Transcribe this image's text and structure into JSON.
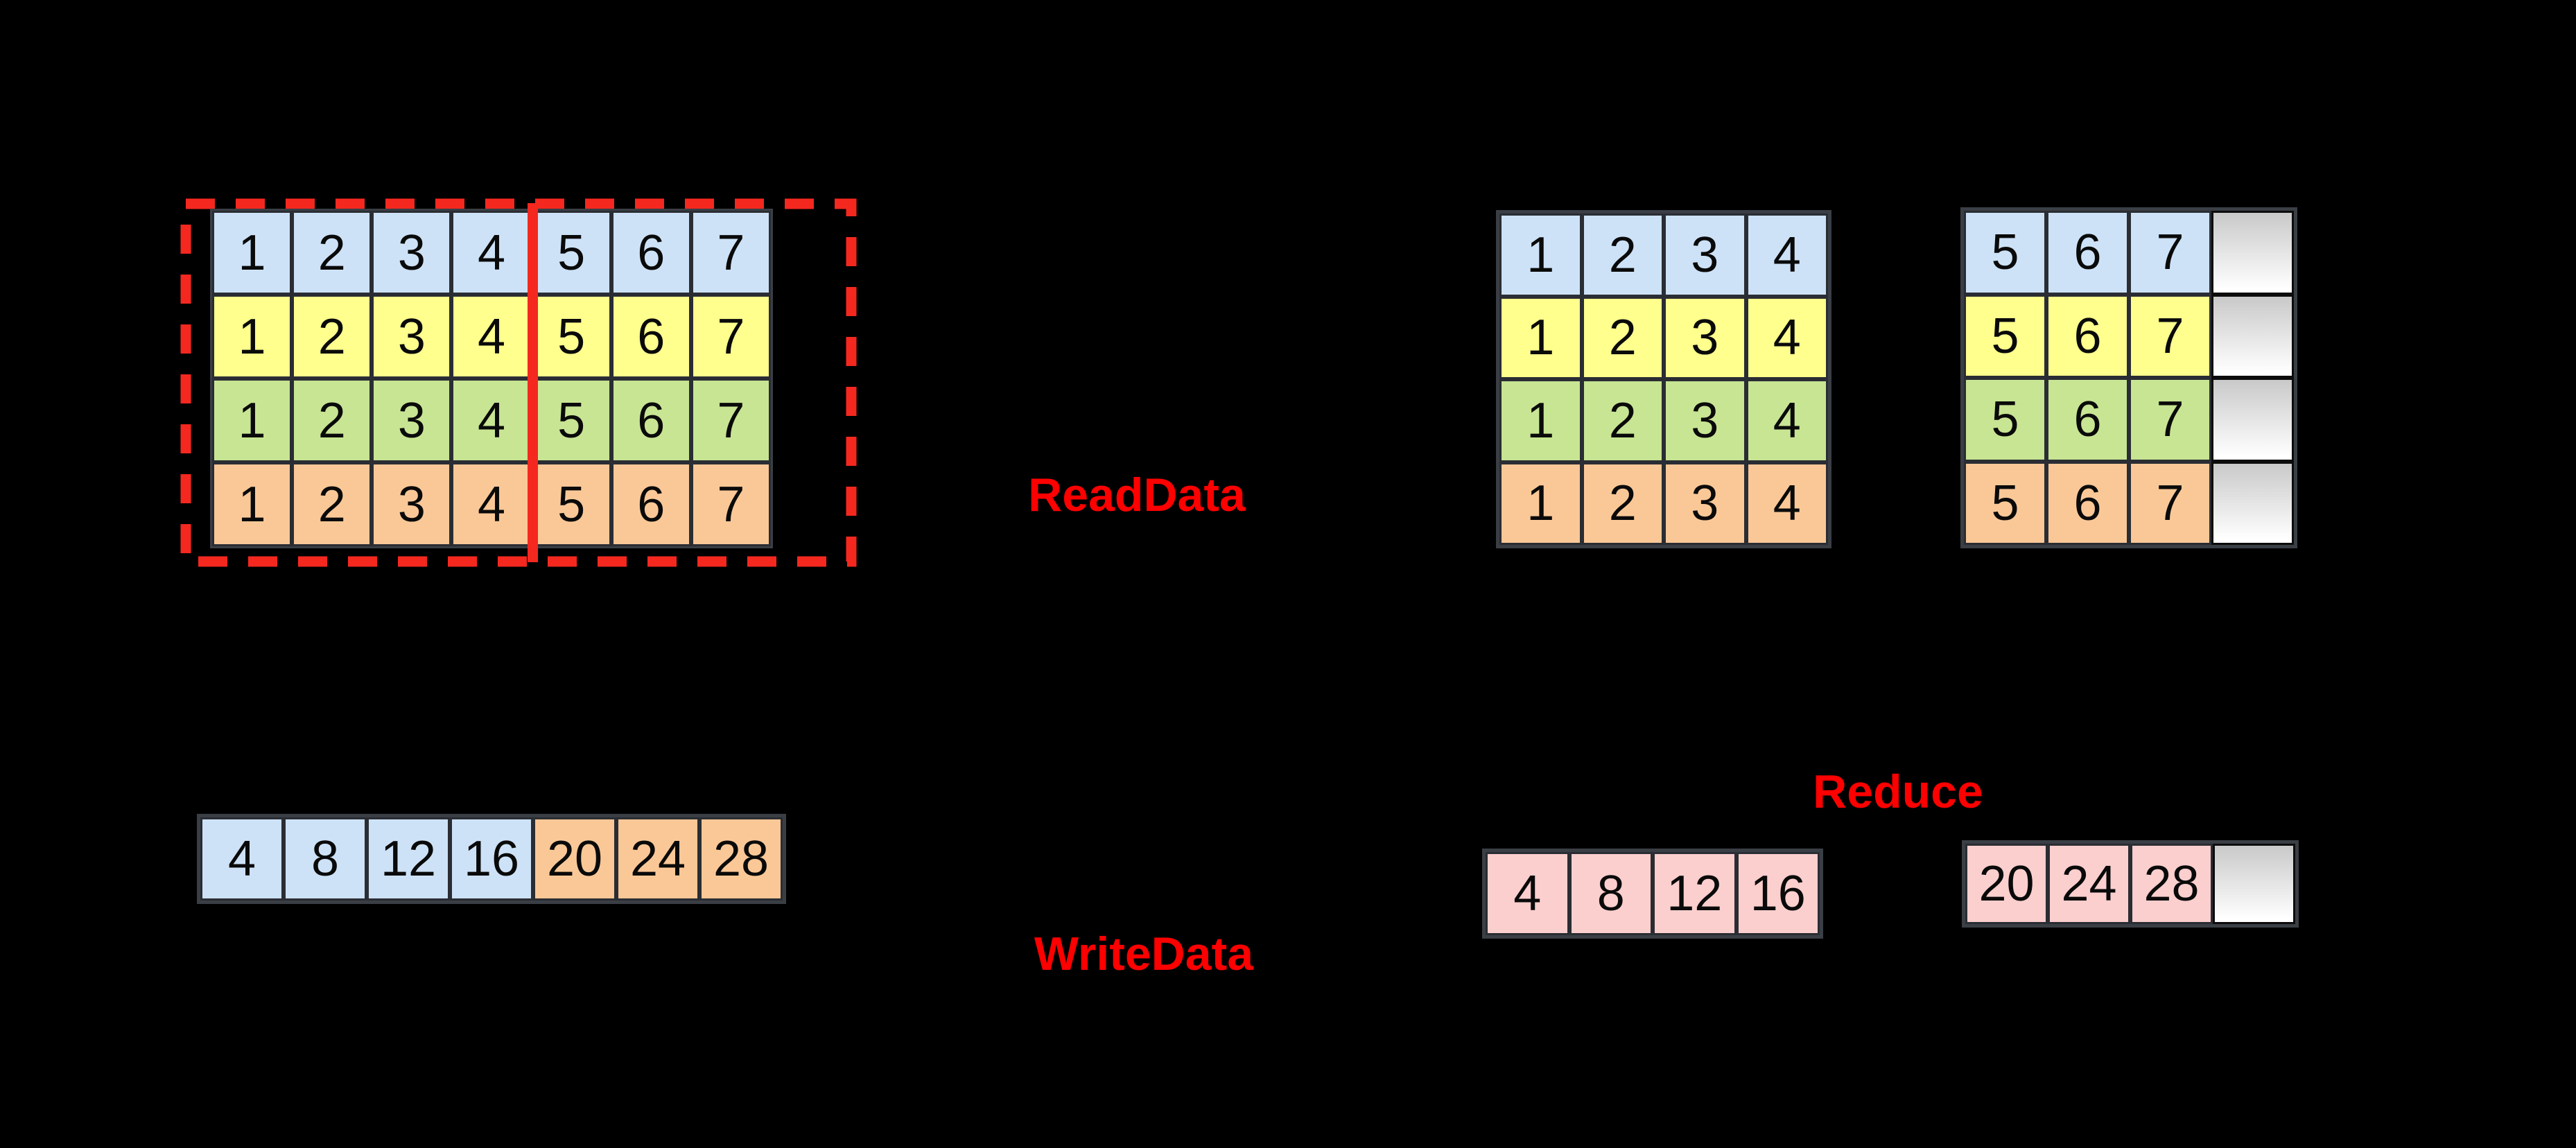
{
  "colors": {
    "background": "#000000",
    "blue": "#cde2f7",
    "yellow": "#feff8d",
    "green": "#c8e593",
    "orange": "#fac897",
    "pink": "#fbcfce",
    "pad_top": "#c9c9c9",
    "pad_bottom": "#ffffff",
    "accent_red": "#f4281f",
    "label_red": "#fe0000",
    "grid_line": "#2a2d33",
    "grid_frame": "#3a3e45",
    "digit": "#0a0a0a"
  },
  "labels": {
    "read_data": "ReadData",
    "write_data": "WriteData",
    "reduce": "Reduce"
  },
  "grids": {
    "memory": {
      "rows": [
        {
          "cells": [
            {
              "v": "1",
              "bg": "blue"
            },
            {
              "v": "2",
              "bg": "blue"
            },
            {
              "v": "3",
              "bg": "blue"
            },
            {
              "v": "4",
              "bg": "blue"
            },
            {
              "v": "5",
              "bg": "blue"
            },
            {
              "v": "6",
              "bg": "blue"
            },
            {
              "v": "7",
              "bg": "blue"
            }
          ]
        },
        {
          "cells": [
            {
              "v": "1",
              "bg": "yellow"
            },
            {
              "v": "2",
              "bg": "yellow"
            },
            {
              "v": "3",
              "bg": "yellow"
            },
            {
              "v": "4",
              "bg": "yellow"
            },
            {
              "v": "5",
              "bg": "yellow"
            },
            {
              "v": "6",
              "bg": "yellow"
            },
            {
              "v": "7",
              "bg": "yellow"
            }
          ]
        },
        {
          "cells": [
            {
              "v": "1",
              "bg": "green"
            },
            {
              "v": "2",
              "bg": "green"
            },
            {
              "v": "3",
              "bg": "green"
            },
            {
              "v": "4",
              "bg": "green"
            },
            {
              "v": "5",
              "bg": "green"
            },
            {
              "v": "6",
              "bg": "green"
            },
            {
              "v": "7",
              "bg": "green"
            }
          ]
        },
        {
          "cells": [
            {
              "v": "1",
              "bg": "orange"
            },
            {
              "v": "2",
              "bg": "orange"
            },
            {
              "v": "3",
              "bg": "orange"
            },
            {
              "v": "4",
              "bg": "orange"
            },
            {
              "v": "5",
              "bg": "orange"
            },
            {
              "v": "6",
              "bg": "orange"
            },
            {
              "v": "7",
              "bg": "orange"
            }
          ]
        }
      ]
    },
    "vector_lo": {
      "rows": [
        {
          "cells": [
            {
              "v": "1",
              "bg": "blue"
            },
            {
              "v": "2",
              "bg": "blue"
            },
            {
              "v": "3",
              "bg": "blue"
            },
            {
              "v": "4",
              "bg": "blue"
            }
          ]
        },
        {
          "cells": [
            {
              "v": "1",
              "bg": "yellow"
            },
            {
              "v": "2",
              "bg": "yellow"
            },
            {
              "v": "3",
              "bg": "yellow"
            },
            {
              "v": "4",
              "bg": "yellow"
            }
          ]
        },
        {
          "cells": [
            {
              "v": "1",
              "bg": "green"
            },
            {
              "v": "2",
              "bg": "green"
            },
            {
              "v": "3",
              "bg": "green"
            },
            {
              "v": "4",
              "bg": "green"
            }
          ]
        },
        {
          "cells": [
            {
              "v": "1",
              "bg": "orange"
            },
            {
              "v": "2",
              "bg": "orange"
            },
            {
              "v": "3",
              "bg": "orange"
            },
            {
              "v": "4",
              "bg": "orange"
            }
          ]
        }
      ]
    },
    "vector_hi": {
      "rows": [
        {
          "cells": [
            {
              "v": "5",
              "bg": "blue"
            },
            {
              "v": "6",
              "bg": "blue"
            },
            {
              "v": "7",
              "bg": "blue"
            },
            {
              "pad": true
            }
          ]
        },
        {
          "cells": [
            {
              "v": "5",
              "bg": "yellow"
            },
            {
              "v": "6",
              "bg": "yellow"
            },
            {
              "v": "7",
              "bg": "yellow"
            },
            {
              "pad": true
            }
          ]
        },
        {
          "cells": [
            {
              "v": "5",
              "bg": "green"
            },
            {
              "v": "6",
              "bg": "green"
            },
            {
              "v": "7",
              "bg": "green"
            },
            {
              "pad": true
            }
          ]
        },
        {
          "cells": [
            {
              "v": "5",
              "bg": "orange"
            },
            {
              "v": "6",
              "bg": "orange"
            },
            {
              "v": "7",
              "bg": "orange"
            },
            {
              "pad": true
            }
          ]
        }
      ]
    },
    "write_row": {
      "rows": [
        {
          "cells": [
            {
              "v": "4",
              "bg": "blue"
            },
            {
              "v": "8",
              "bg": "blue"
            },
            {
              "v": "12",
              "bg": "blue"
            },
            {
              "v": "16",
              "bg": "blue"
            },
            {
              "v": "20",
              "bg": "orange"
            },
            {
              "v": "24",
              "bg": "orange"
            },
            {
              "v": "28",
              "bg": "orange"
            }
          ]
        }
      ]
    },
    "reduce_lo": {
      "rows": [
        {
          "cells": [
            {
              "v": "4",
              "bg": "pink"
            },
            {
              "v": "8",
              "bg": "pink"
            },
            {
              "v": "12",
              "bg": "pink"
            },
            {
              "v": "16",
              "bg": "pink"
            }
          ]
        }
      ]
    },
    "reduce_hi": {
      "rows": [
        {
          "cells": [
            {
              "v": "20",
              "bg": "pink"
            },
            {
              "v": "24",
              "bg": "pink"
            },
            {
              "v": "28",
              "bg": "pink"
            },
            {
              "pad": true
            }
          ]
        }
      ]
    }
  }
}
